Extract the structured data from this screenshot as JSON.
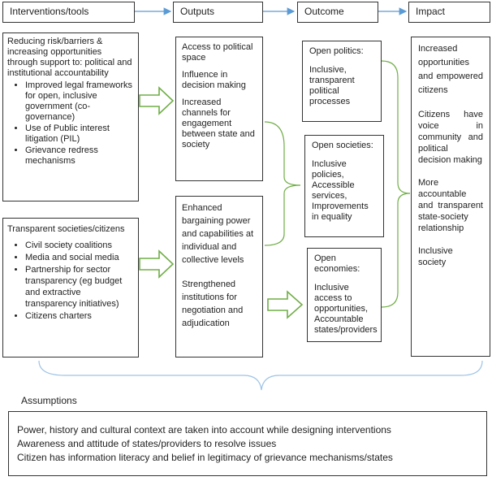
{
  "headers": {
    "interventions": "Interventions/tools",
    "outputs": "Outputs",
    "outcome": "Outcome",
    "impact": "Impact"
  },
  "interventions": {
    "box1": {
      "intro": "Reducing risk/barriers & increasing opportunities through support to: political and institutional accountability",
      "items": [
        "Improved legal frameworks for open, inclusive government (co-governance)",
        "Use of Public interest litigation (PIL)",
        "Grievance redress mechanisms"
      ]
    },
    "box2": {
      "intro": "Transparent societies/citizens",
      "items": [
        "Civil society coalitions",
        "Media and social media",
        "Partnership for sector transparency (eg budget and extractive transparency initiatives)",
        "Citizens charters"
      ]
    }
  },
  "outputs": {
    "box1": [
      "Access to political space",
      "Influence in decision making",
      "Increased channels for engagement between state and society"
    ],
    "box2": [
      "Enhanced bargaining power and capabilities at individual and collective levels",
      "Strengthened institutions for negotiation and adjudication"
    ]
  },
  "outcomes": {
    "politics": {
      "title": "Open politics:",
      "body": "Inclusive, transparent political processes"
    },
    "societies": {
      "title": "Open societies:",
      "body": "Inclusive policies, Accessible services, Improvements in equality"
    },
    "economies": {
      "title": "Open economies:",
      "body": "Inclusive access to opportunities, Accountable states/providers"
    }
  },
  "impact": [
    "Increased opportunities and empowered citizens",
    "Citizens have voice in community and political decision making",
    "More accountable and transparent state-society relationship",
    "Inclusive society"
  ],
  "assumptions": {
    "label": "Assumptions",
    "items": [
      "Power, history and cultural context are taken into account while designing interventions",
      "Awareness and attitude of states/providers to resolve issues",
      "Citizen has information literacy and belief in legitimacy of grievance mechanisms/states"
    ]
  },
  "colors": {
    "arrow_blue": "#5b9bd5",
    "arrow_green": "#70ad47",
    "brace": "#9dc3e6",
    "border": "#333333"
  }
}
